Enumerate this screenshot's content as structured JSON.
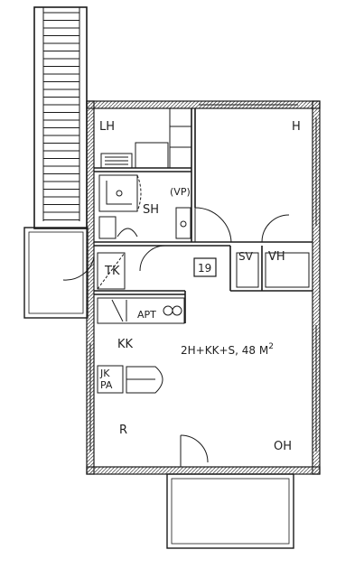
{
  "plan": {
    "rooms": {
      "lh": "LH",
      "h": "H",
      "sh": "SH",
      "vp": "(VP)",
      "tk": "TK",
      "sv": "SV",
      "vh": "VH",
      "apt": "APT",
      "kk": "KK",
      "jk": "JK",
      "pa": "PA",
      "r": "R",
      "oh": "OH"
    },
    "apartment_number": "19",
    "summary_main": "2H+KK+S, 48 M",
    "summary_sup": "2"
  }
}
